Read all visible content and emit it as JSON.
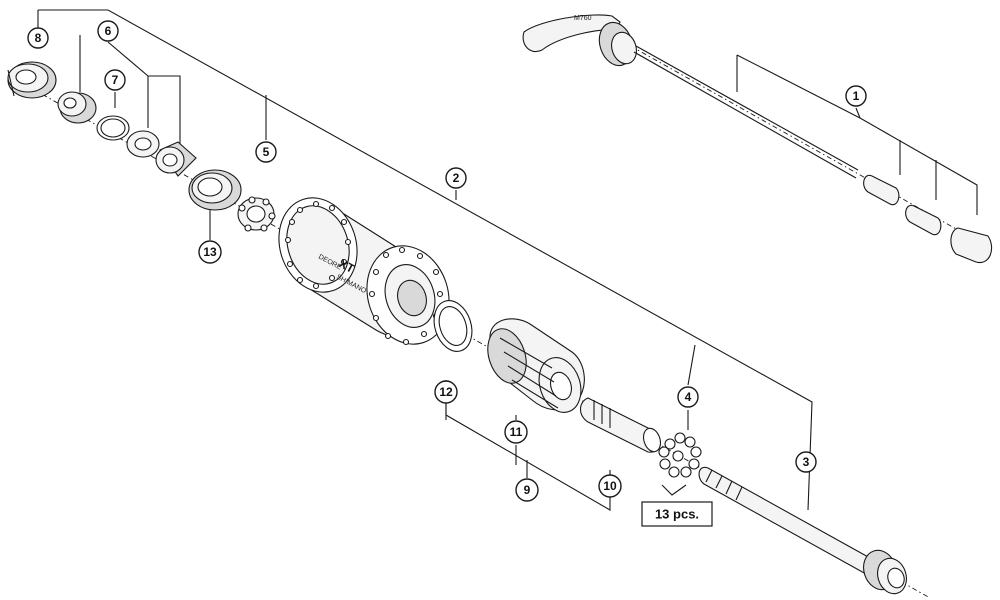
{
  "callouts": [
    {
      "id": "c1",
      "label": "1"
    },
    {
      "id": "c2",
      "label": "2"
    },
    {
      "id": "c3",
      "label": "3"
    },
    {
      "id": "c4",
      "label": "4"
    },
    {
      "id": "c5",
      "label": "5"
    },
    {
      "id": "c6",
      "label": "6"
    },
    {
      "id": "c7",
      "label": "7"
    },
    {
      "id": "c8",
      "label": "8"
    },
    {
      "id": "c9",
      "label": "9"
    },
    {
      "id": "c10",
      "label": "10"
    },
    {
      "id": "c11",
      "label": "11"
    },
    {
      "id": "c12",
      "label": "12"
    },
    {
      "id": "c13",
      "label": "13"
    }
  ],
  "quantity_note": "13 pcs.",
  "markings": {
    "hub_model": "XT",
    "hub_series": "DEORE",
    "hub_brand": "SHIMANO",
    "skewer_model": "M760"
  },
  "colors": {
    "line": "#1a1a1a",
    "part_fill": "#f4f4f4",
    "part_shade": "#d9d9d9",
    "background": "#ffffff"
  }
}
